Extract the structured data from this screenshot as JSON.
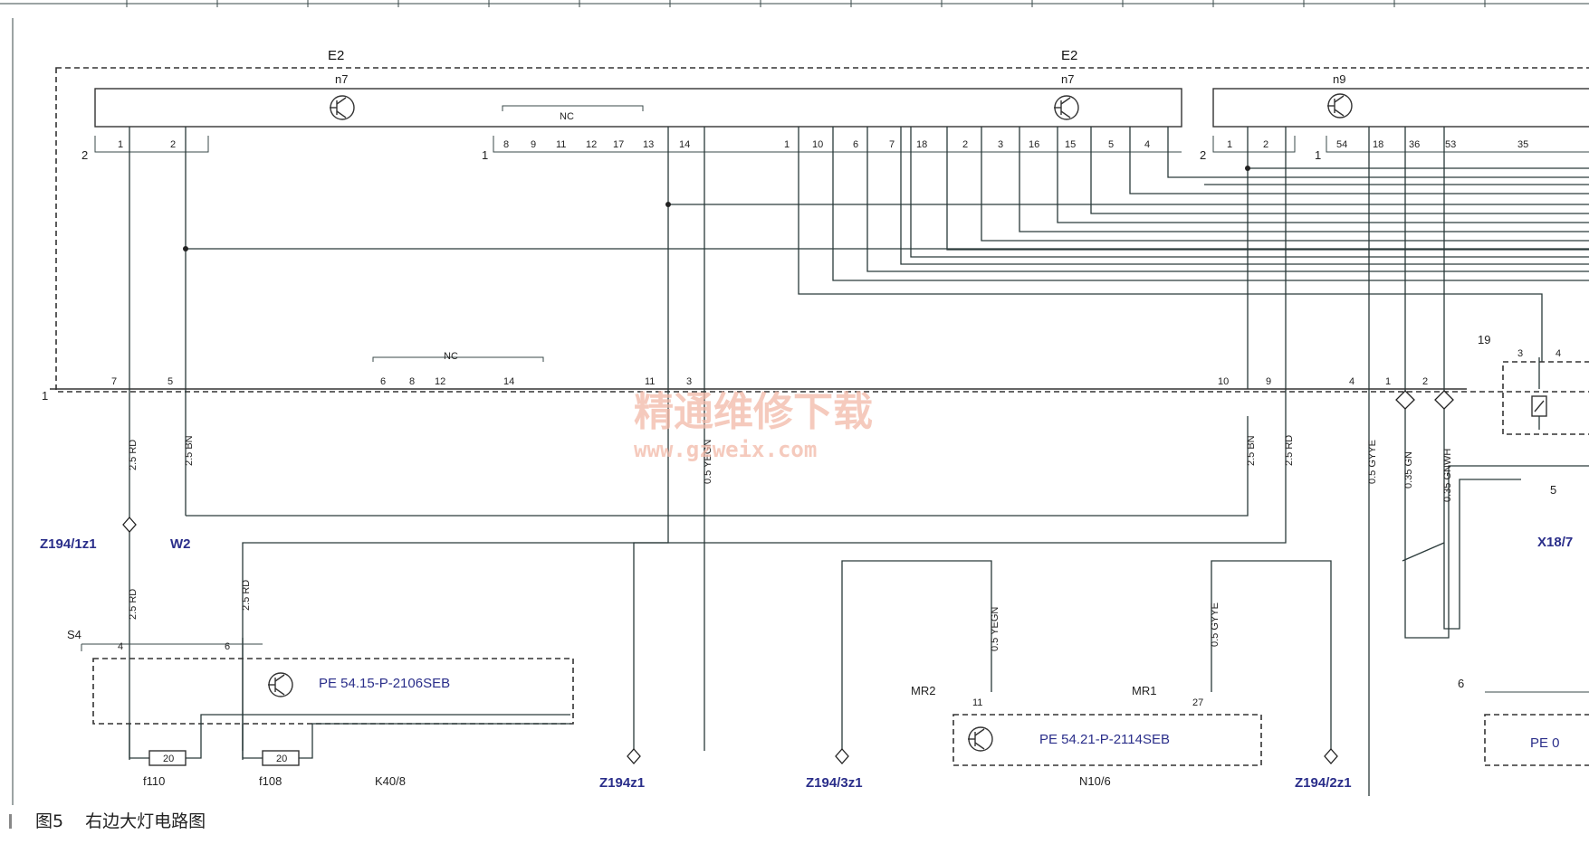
{
  "caption": {
    "figure": "图5",
    "title": "右边大灯电路图"
  },
  "watermark": {
    "line1": "精通维修下载",
    "line2": "www.gzweix.com"
  },
  "modules": {
    "e2_left": "E2",
    "e2_right": "E2",
    "n7_left": "n7",
    "n7_right": "n7",
    "n9": "n9",
    "nc": "NC"
  },
  "connectors": {
    "z194_1z1": "Z194/1z1",
    "w2": "W2",
    "z194z1": "Z194z1",
    "z194_3z1": "Z194/3z1",
    "z194_2z1": "Z194/2z1",
    "x18": "X18/7",
    "s4": "S4",
    "mr2": "MR2",
    "mr1": "MR1"
  },
  "components": {
    "f110": "f110",
    "f108": "f108",
    "k40": "K40/8",
    "n10": "N10/6",
    "fuse_20a": "20",
    "fuse_20b": "20"
  },
  "refs": {
    "k40_ref": "PE 54.15-P-2106SEB",
    "n10_ref": "PE 54.21-P-2114SEB",
    "partial_ref": "PE 0"
  },
  "wires": {
    "rd1": "2.5 RD",
    "bn1": "2.5 BN",
    "ye_gn": "0.5 YEGN",
    "bn2": "2.5 BN",
    "rd2": "2.5 RD",
    "gy_ye": "0.5 GYYE",
    "gn": "0.35 GN",
    "gn_wh": "0.35 GNWH",
    "rd3": "2.5 RD",
    "rd4": "2.5 RD",
    "ye_gn2": "0.5 YEGN",
    "gy_ye2": "0.5 GYYE"
  },
  "pins_top_left": [
    "1",
    "2"
  ],
  "pins_top_mid": [
    "8",
    "9",
    "11",
    "12",
    "17",
    "13",
    "14"
  ],
  "pins_top_right": [
    "1",
    "10",
    "6",
    "7",
    "18",
    "2",
    "3",
    "16",
    "15",
    "5",
    "4"
  ],
  "pins_top_n9": [
    "1",
    "2",
    "54",
    "18",
    "36",
    "53",
    "35"
  ],
  "pins_bottom_a": [
    "7",
    "5"
  ],
  "pins_bottom_nc": [
    "6",
    "8",
    "12",
    "14"
  ],
  "pins_bottom_b": [
    "11",
    "3"
  ],
  "pins_bottom_c": [
    "10",
    "9",
    "4",
    "1",
    "2"
  ],
  "side_nums": {
    "a": "2",
    "b": "1",
    "c": "2",
    "d": "1",
    "e": "1",
    "f": "19",
    "g": "3",
    "h": "4",
    "i": "5",
    "j": "6"
  },
  "s4_pins": [
    "4",
    "6"
  ],
  "mr_pins": [
    "11",
    "27"
  ]
}
